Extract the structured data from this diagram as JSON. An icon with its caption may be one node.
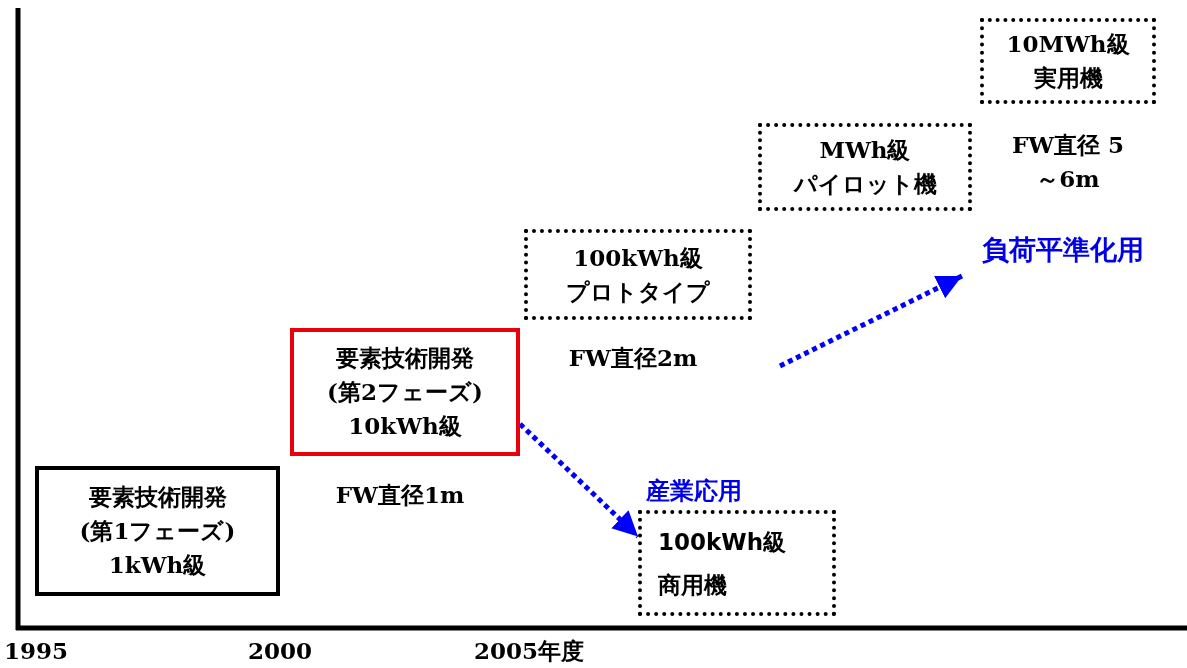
{
  "diagram": {
    "nodes": [
      {
        "text": [
          "要素技術開発",
          "(第1フェーズ)",
          "1kWh級"
        ]
      },
      {
        "text": [
          "要素技術開発",
          "(第2フェーズ)",
          "10kWh級"
        ],
        "beside": [
          "FW直径1m"
        ]
      },
      {
        "text": [
          "100kWh級",
          "プロトタイプ"
        ],
        "beside": [
          "FW直径2m"
        ]
      },
      {
        "text": [
          "MWh級",
          "パイロット機"
        ]
      },
      {
        "text": [
          "10MWh級",
          "実用機"
        ],
        "beside": [
          "FW直径 5～6m"
        ]
      },
      {
        "text": [
          "産業応用",
          "100kWh級",
          "商用機"
        ]
      },
      {
        "text": [
          "負荷平準化用"
        ]
      }
    ],
    "edges": [
      {
        "from": 1,
        "to": 5,
        "arrow": "to",
        "style": "dashed",
        "color": "#0000ff"
      },
      {
        "from": null,
        "to": 6,
        "arrow": "to",
        "style": "dashed",
        "color": "#0000ff"
      }
    ],
    "labels": [
      "1995",
      "2000",
      "2005年度"
    ]
  }
}
